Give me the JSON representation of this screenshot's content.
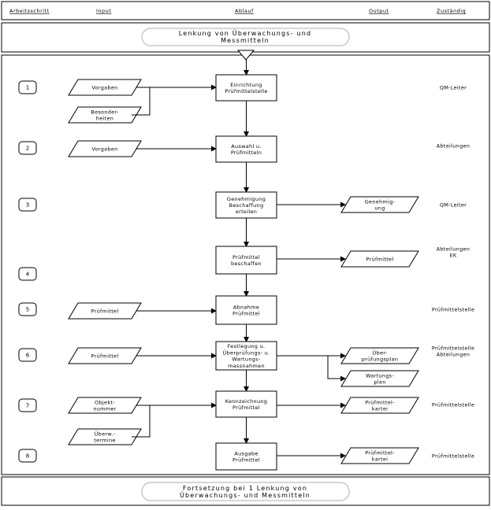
{
  "header": {
    "col_step": "Arbeitsschritt",
    "col_input": "Input",
    "col_flow": "Ablauf",
    "col_output": "Output",
    "col_resp": "Zuständig"
  },
  "title": {
    "line1": "Lenkung von Überwachungs- und",
    "line2": "Messmitteln"
  },
  "footer": {
    "line1": "Fortsetzung bei 1 Lenkung von",
    "line2": "Überwachungs- und Messmitteln"
  },
  "steps": [
    {
      "num": "1",
      "process": [
        "Einrichtung",
        "Prüfmittelstelle"
      ],
      "inputs": [
        [
          "Vorgaben"
        ],
        [
          "Besonder-",
          "heiten"
        ]
      ],
      "outputs": [],
      "resp": [
        "QM-Leiter"
      ]
    },
    {
      "num": "2",
      "process": [
        "Auswahl u.",
        "Prüfmitteln"
      ],
      "inputs": [
        [
          "Vorgaben"
        ]
      ],
      "outputs": [],
      "resp": [
        "Abteilungen"
      ]
    },
    {
      "num": "3",
      "process": [
        "Genehmigung",
        "Beschaffung",
        "erteilen"
      ],
      "inputs": [],
      "outputs": [
        [
          "Genehmig-",
          "ung"
        ]
      ],
      "resp": [
        "QM-Leiter"
      ]
    },
    {
      "num": "4",
      "process": [
        "Prüfmittel",
        "beschaffen"
      ],
      "inputs": [],
      "outputs": [
        [
          "Prüfmittel"
        ]
      ],
      "resp": [
        "Abteilungen",
        "EK"
      ]
    },
    {
      "num": "5",
      "process": [
        "Abnahme",
        "Prüfmittel"
      ],
      "inputs": [
        [
          "Prüfmittel"
        ]
      ],
      "outputs": [],
      "resp": [
        "Prüfmittelstelle"
      ]
    },
    {
      "num": "6",
      "process": [
        "Festlegung u.",
        "Überprüfungs- u.",
        "Wartungs-",
        "massnahmen"
      ],
      "inputs": [
        [
          "Prüfmittel"
        ]
      ],
      "outputs": [
        [
          "Über-",
          "prüfungsplan"
        ],
        [
          "Wartungs-",
          "plan"
        ]
      ],
      "resp": [
        "Prüfmittelstelle",
        "Abteilungen"
      ]
    },
    {
      "num": "7",
      "process": [
        "Kennzeichnung",
        "Prüfmittel"
      ],
      "inputs": [
        [
          "Objekt-",
          "nummer"
        ],
        [
          "Überw.-",
          "termine"
        ]
      ],
      "outputs": [
        [
          "Prüfmittel-",
          "kartei"
        ]
      ],
      "resp": [
        "Prüfmittelstelle"
      ]
    },
    {
      "num": "8",
      "process": [
        "Ausgabe",
        "Prüfmittel"
      ],
      "inputs": [],
      "outputs": [
        [
          "Prüfmittel-",
          "kartei"
        ]
      ],
      "resp": [
        "Prüfmittelstelle"
      ]
    }
  ]
}
